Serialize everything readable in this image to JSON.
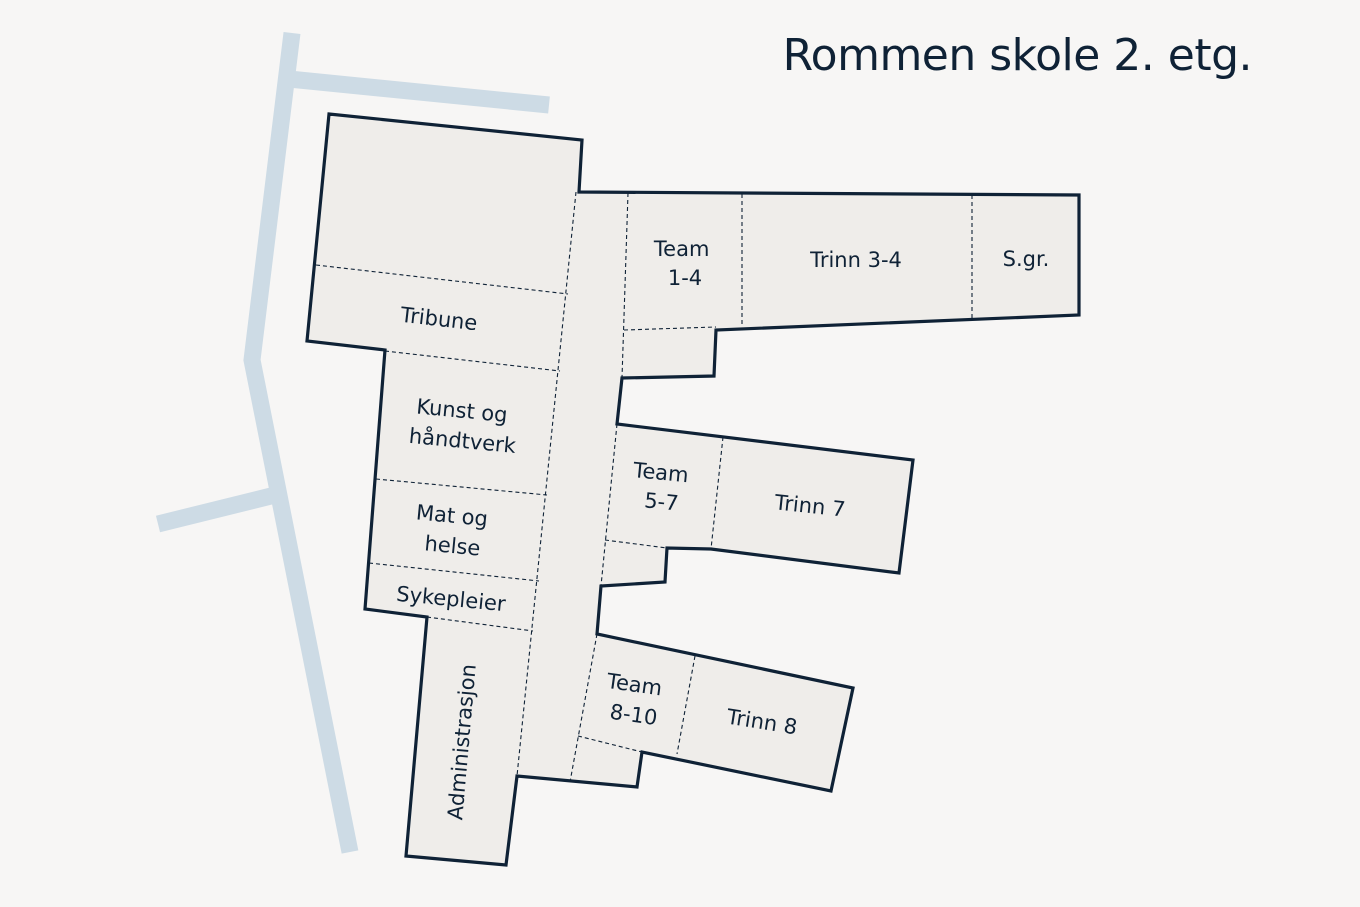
{
  "title": "Rommen skole 2. etg.",
  "rooms": {
    "team_1_4": [
      "Team",
      "1-4"
    ],
    "trinn_3_4": "Trinn 3-4",
    "s_gr": "S.gr.",
    "tribune": "Tribune",
    "kunst_og_handtverk": [
      "Kunst og",
      "håndtverk"
    ],
    "mat_og_helse": [
      "Mat og",
      "helse"
    ],
    "sykepleier": "Sykepleier",
    "team_5_7": [
      "Team",
      "5-7"
    ],
    "trinn_7": "Trinn 7",
    "team_8_10": [
      "Team",
      "8-10"
    ],
    "trinn_8": "Trinn 8",
    "administrasjon": "Administrasjon"
  },
  "colors": {
    "background": "#f7f6f5",
    "building_fill": "#efedea",
    "outline": "#0f2236",
    "road": "#cddbe5"
  }
}
